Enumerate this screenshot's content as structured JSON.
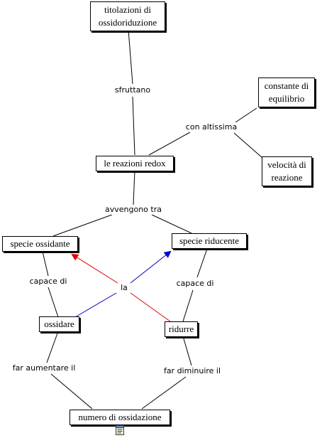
{
  "nodes": {
    "titolazioni": {
      "lines": [
        "titolazioni di",
        "ossidoriduzione"
      ]
    },
    "costante": {
      "lines": [
        "constante di",
        "equilibrio"
      ]
    },
    "redox": {
      "lines": [
        "le reazioni redox"
      ]
    },
    "velocita": {
      "lines": [
        "velocità di",
        "reazione"
      ]
    },
    "ossidante": {
      "lines": [
        "specie ossidante"
      ]
    },
    "riducente": {
      "lines": [
        "specie riducente"
      ]
    },
    "ossidare": {
      "lines": [
        "ossidare"
      ]
    },
    "ridurre": {
      "lines": [
        "ridurre"
      ]
    },
    "numero": {
      "lines": [
        "numero di ossidazione"
      ]
    }
  },
  "links": {
    "sfruttano": "sfruttano",
    "con_altissima": "con altissima",
    "avvengono_tra": "avvengono tra",
    "capace_di_left": "capace di",
    "capace_di_right": "capace di",
    "la": "la",
    "far_aumentare": "far aumentare il",
    "far_diminuire": "far diminuire il"
  },
  "colors": {
    "line": "#000000",
    "red_arrow": "#e00000",
    "blue_arrow": "#0000c8"
  },
  "icons": {
    "note": "document-icon"
  }
}
